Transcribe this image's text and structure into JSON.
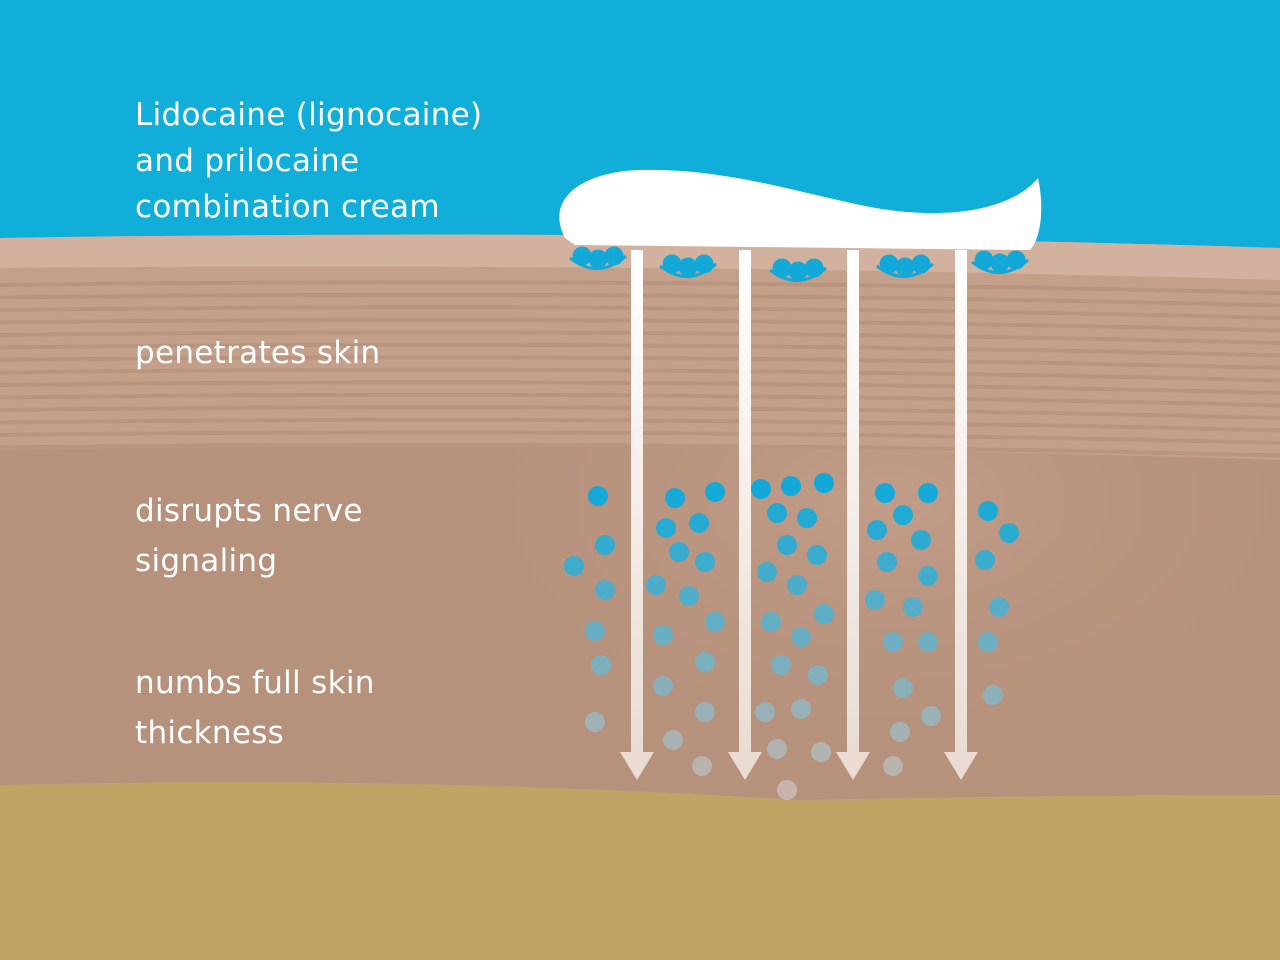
{
  "title": "Lidocaine (lignocaine)\nand prilocaine\ncombination cream",
  "steps": [
    {
      "label": "penetrates skin"
    },
    {
      "label": "disrupts nerve\nsignaling"
    },
    {
      "label": "numbs full skin\nthickness"
    }
  ],
  "colors": {
    "sky": "#10aed9",
    "epidermis": "#c9a390",
    "dermis": "#b6917c",
    "subcutis": "#c1a366",
    "cream": "#ffffff",
    "molecule": "#12a9d8",
    "arrow": "#f7efea"
  }
}
